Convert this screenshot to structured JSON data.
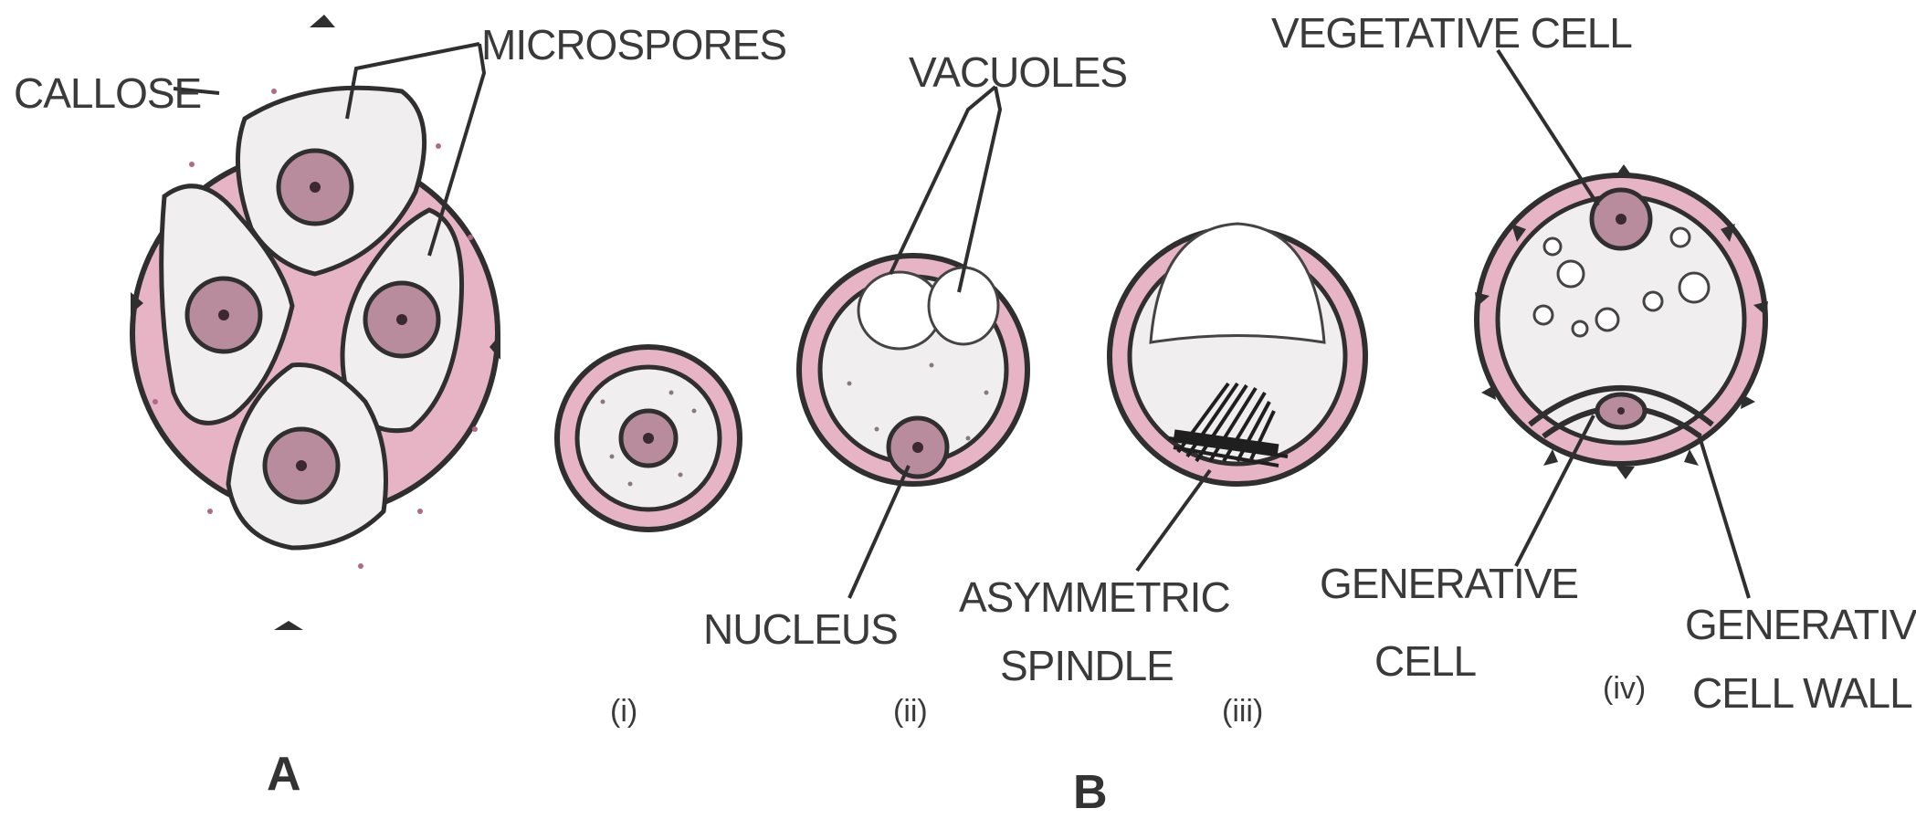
{
  "labels": {
    "callose": "CALLOSE",
    "microspores": "MICROSPORES",
    "vacuoles": "VACUOLES",
    "vegetative_cell": "VEGETATIVE CELL",
    "nucleus": "NUCLEUS",
    "asymmetric_spindle_1": "ASYMMETRIC",
    "asymmetric_spindle_2": "SPINDLE",
    "generative_cell_1": "GENERATIVE",
    "generative_cell_2": "CELL",
    "generative_cell_wall_1": "GENERATIVE",
    "generative_cell_wall_2": "CELL WALL"
  },
  "stages": {
    "i": "(i)",
    "ii": "(ii)",
    "iii": "(iii)",
    "iv": "(iv)"
  },
  "parts": {
    "a": "A",
    "b": "B"
  },
  "colors": {
    "callose_wall": "#e7b4c6",
    "cytoplasm": "#f1eef0",
    "nucleus": "#b88c9c",
    "outline": "#2f2f2f"
  }
}
